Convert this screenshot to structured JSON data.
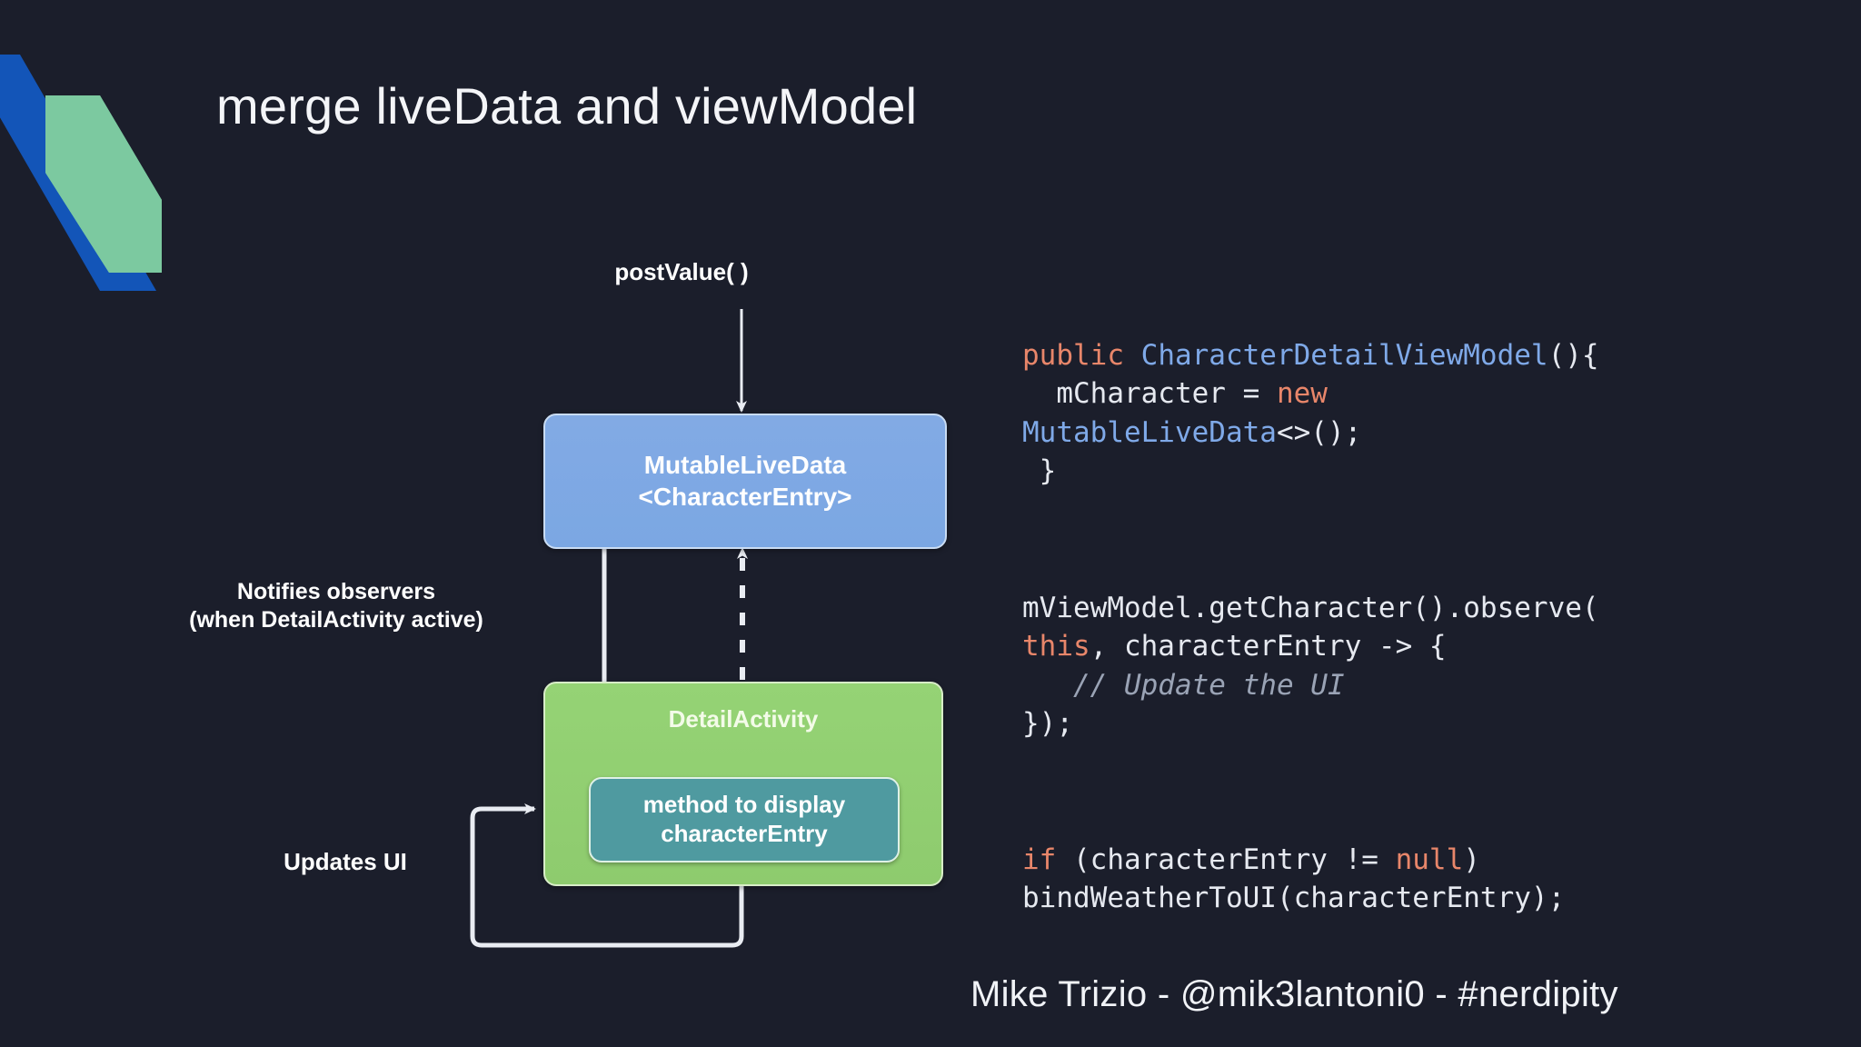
{
  "slide": {
    "background_color": "#1b1e2b",
    "title": "merge liveData and viewModel",
    "footer": "Mike Trizio - @mik3lantoni0 - #nerdipity"
  },
  "logo": {
    "blue_color": "#1355b8",
    "green_color": "#7cc9a0"
  },
  "diagram": {
    "labels": {
      "post_value": "postValue( )",
      "notifies_line1": "Notifies observers",
      "notifies_line2": "(when DetailActivity active)",
      "updates_ui": "Updates UI"
    },
    "boxes": {
      "mutable_live_data": {
        "line1": "MutableLiveData",
        "line2": "<CharacterEntry>",
        "fill": "#7ba7e3",
        "text_color": "#ffffff"
      },
      "detail_activity": {
        "title": "DetailActivity",
        "fill": "#8ecb6e",
        "text_color": "#f3fbe8"
      },
      "method": {
        "line1": "method to display",
        "line2": "characterEntry",
        "fill": "#4f9aa0",
        "text_color": "#ffffff"
      }
    }
  },
  "code": {
    "keyword_color": "#e8866a",
    "type_color": "#7fa9e8",
    "comment_color": "#9aa3b5",
    "plain_color": "#e6e9f0",
    "block1": {
      "l1_kw": "public",
      "l1_type": "CharacterDetailViewModel",
      "l1_tail": "(){",
      "l2_pre": "  mCharacter = ",
      "l2_kw": "new",
      "l3_type": "MutableLiveData",
      "l3_tail": "<>();",
      "l4": " }"
    },
    "block2": {
      "l1": "mViewModel.getCharacter().observe(",
      "l2_kw": "this",
      "l2_tail": ", characterEntry -> {",
      "l3_cmt": "   // Update the UI",
      "l4": "});"
    },
    "block3": {
      "l1_kw": "if",
      "l1_mid": " (characterEntry != ",
      "l1_kw2": "null",
      "l1_tail": ")",
      "l2": "bindWeatherToUI(characterEntry);"
    }
  }
}
